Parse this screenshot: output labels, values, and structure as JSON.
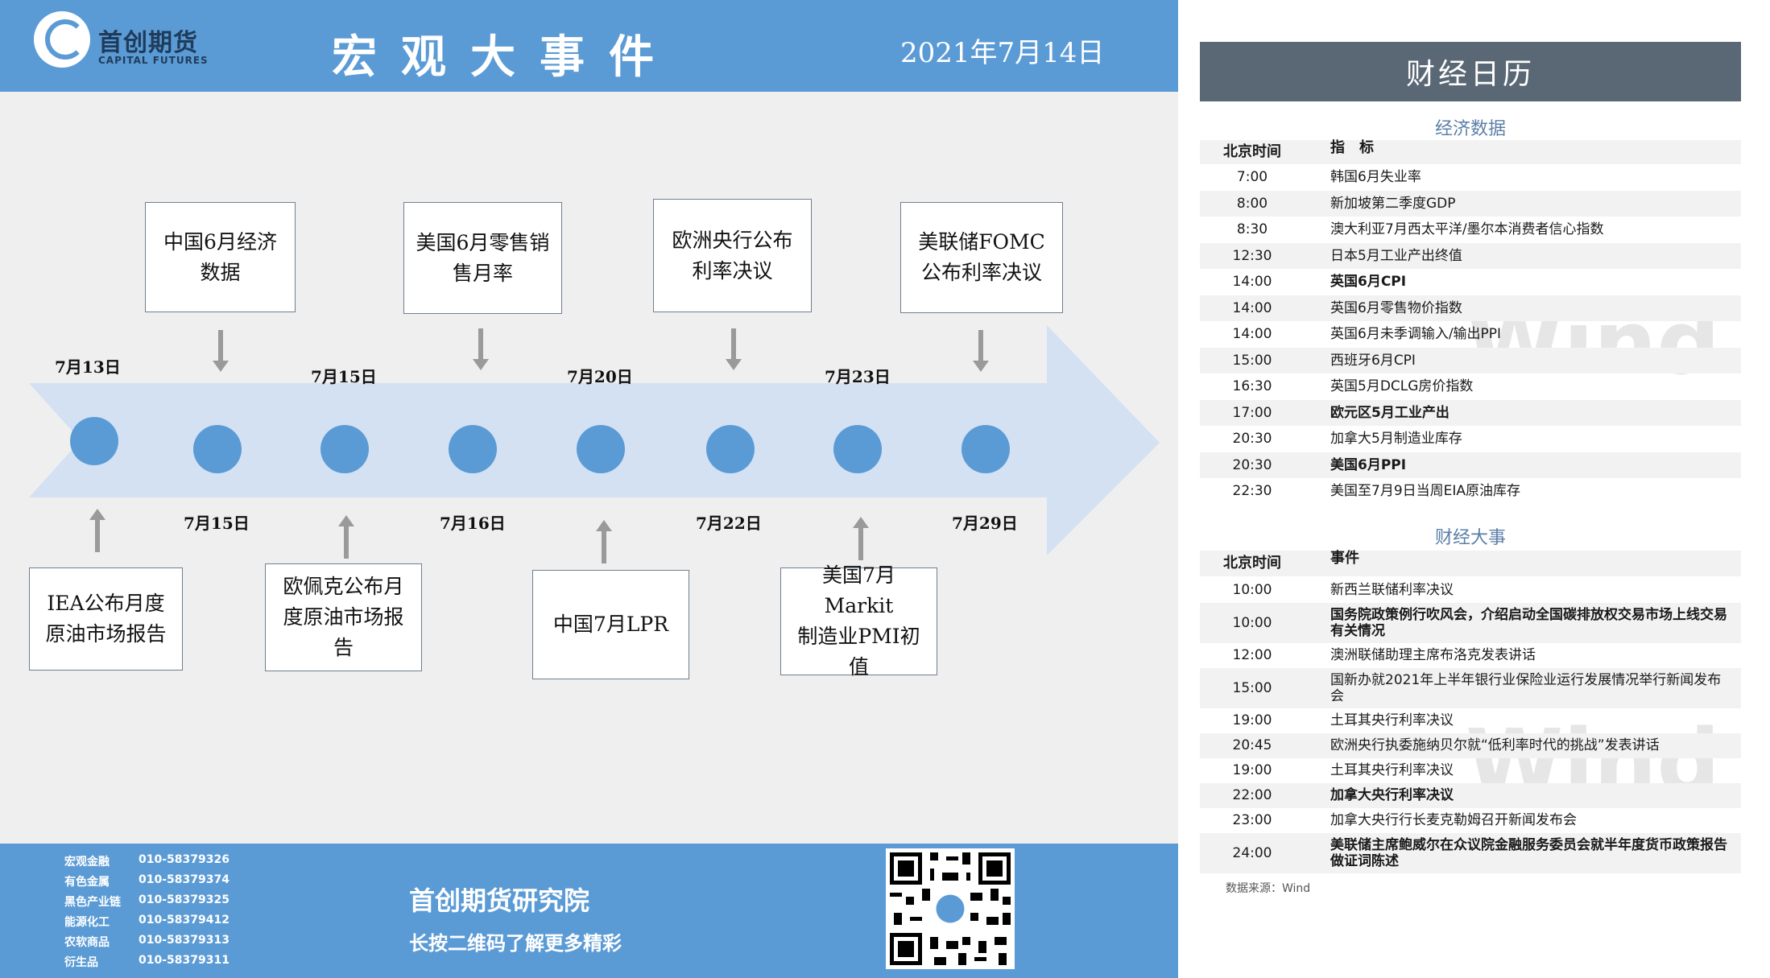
{
  "header": {
    "logo_cn": "首创期货",
    "logo_en": "CAPITAL FUTURES",
    "title": "宏观大事件",
    "date": "2021年7月14日"
  },
  "timeline": {
    "top_dates": [
      "7月13日",
      "7月15日",
      "7月20日",
      "7月23日"
    ],
    "bottom_dates": [
      "7月15日",
      "7月16日",
      "7月22日",
      "7月29日"
    ],
    "top_events": [
      {
        "line1": "中国6月经济",
        "line2": "数据"
      },
      {
        "line1": "美国6月零售销",
        "line2": "售月率"
      },
      {
        "line1": "欧洲央行公布",
        "line2": "利率决议"
      },
      {
        "line1": "美联储FOMC",
        "line2": "公布利率决议"
      }
    ],
    "bottom_events": [
      {
        "line1": "IEA公布月度",
        "line2": "原油市场报告",
        "line3": ""
      },
      {
        "line1": "欧佩克公布月",
        "line2": "度原油市场报",
        "line3": "告"
      },
      {
        "line1": "中国7月LPR",
        "line2": "",
        "line3": ""
      },
      {
        "line1": "美国7月Markit",
        "line2": "制造业PMI初",
        "line3": "值"
      }
    ]
  },
  "footer": {
    "contacts": [
      {
        "dept": "宏观金融",
        "phone": "010-58379326"
      },
      {
        "dept": "有色金属",
        "phone": "010-58379374"
      },
      {
        "dept": "黑色产业链",
        "phone": "010-58379325"
      },
      {
        "dept": "能源化工",
        "phone": "010-58379412"
      },
      {
        "dept": "农软商品",
        "phone": "010-58379313"
      },
      {
        "dept": "衍生品",
        "phone": "010-58379311"
      }
    ],
    "institute": "首创期货研究院",
    "slogan": "长按二维码了解更多精彩"
  },
  "calendar": {
    "title": "财经日历",
    "watermark": "Wind",
    "econ_section": "经济数据",
    "econ_header": {
      "time": "北京时间",
      "item": "指　标"
    },
    "econ_rows": [
      {
        "time": "7:00",
        "item": "韩国6月失业率",
        "bold": false
      },
      {
        "time": "8:00",
        "item": "新加坡第二季度GDP",
        "bold": false
      },
      {
        "time": "8:30",
        "item": "澳大利亚7月西太平洋/墨尔本消费者信心指数",
        "bold": false
      },
      {
        "time": "12:30",
        "item": "日本5月工业产出终值",
        "bold": false
      },
      {
        "time": "14:00",
        "item": "英国6月CPI",
        "bold": true
      },
      {
        "time": "14:00",
        "item": "英国6月零售物价指数",
        "bold": false
      },
      {
        "time": "14:00",
        "item": "英国6月未季调输入/输出PPI",
        "bold": false
      },
      {
        "time": "15:00",
        "item": "西班牙6月CPI",
        "bold": false
      },
      {
        "time": "16:30",
        "item": "英国5月DCLG房价指数",
        "bold": false
      },
      {
        "time": "17:00",
        "item": "欧元区5月工业产出",
        "bold": true
      },
      {
        "time": "20:30",
        "item": "加拿大5月制造业库存",
        "bold": false
      },
      {
        "time": "20:30",
        "item": "美国6月PPI",
        "bold": true
      },
      {
        "time": "22:30",
        "item": "美国至7月9日当周EIA原油库存",
        "bold": false
      }
    ],
    "event_section": "财经大事",
    "event_header": {
      "time": "北京时间",
      "item": "事件"
    },
    "event_rows": [
      {
        "time": "10:00",
        "item": "新西兰联储利率决议",
        "bold": false
      },
      {
        "time": "10:00",
        "item": "国务院政策例行吹风会，介绍启动全国碳排放权交易市场上线交易有关情况",
        "bold": true
      },
      {
        "time": "12:00",
        "item": "澳洲联储助理主席布洛克发表讲话",
        "bold": false
      },
      {
        "time": "15:00",
        "item": "国新办就2021年上半年银行业保险业运行发展情况举行新闻发布会",
        "bold": false
      },
      {
        "time": "19:00",
        "item": "土耳其央行利率决议",
        "bold": false
      },
      {
        "time": "20:45",
        "item": "欧洲央行执委施纳贝尔就“低利率时代的挑战”发表讲话",
        "bold": false
      },
      {
        "time": "19:00",
        "item": "土耳其央行利率决议",
        "bold": false
      },
      {
        "time": "22:00",
        "item": "加拿大央行利率决议",
        "bold": true
      },
      {
        "time": "23:00",
        "item": "加拿大央行行长麦克勒姆召开新闻发布会",
        "bold": false
      },
      {
        "time": "24:00",
        "item": "美联储主席鲍威尔在众议院金融服务委员会就半年度货币政策报告做证词陈述",
        "bold": true
      }
    ],
    "source": "数据来源：Wind"
  }
}
